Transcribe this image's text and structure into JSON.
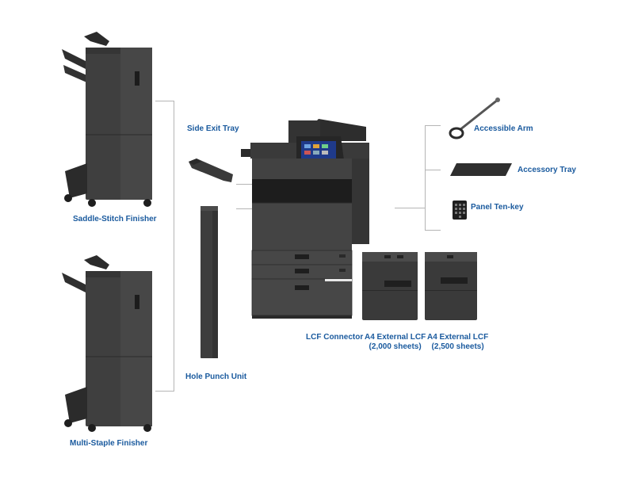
{
  "colors": {
    "label": "#1a5a9e",
    "body": "#3f3f3f",
    "body_dark": "#2b2b2b",
    "body_light": "#5a5a5a",
    "connector_line": "#b5b5b5",
    "screen": "#1f3a8a"
  },
  "labels": {
    "saddle_stitch_finisher": "Saddle-Stitch Finisher",
    "multi_staple_finisher": "Multi-Staple Finisher",
    "side_exit_tray": "Side Exit Tray",
    "hole_punch_unit": "Hole Punch Unit",
    "accessible_arm": "Accessible Arm",
    "accessory_tray": "Accessory Tray",
    "panel_ten_key": "Panel Ten-key",
    "lcf_connector": "LCF Connector",
    "a4_lcf_2000_line1": "A4 External LCF",
    "a4_lcf_2000_line2": "(2,000 sheets)",
    "a4_lcf_2500_line1": "A4 External LCF",
    "a4_lcf_2500_line2": "(2,500 sheets)"
  },
  "icons": {
    "saddle_stitch": "finisher-icon",
    "multi_staple": "finisher-icon",
    "side_exit": "tray-icon",
    "hole_punch": "punch-unit-icon",
    "mfp": "printer-icon",
    "arm": "arm-icon",
    "acc_tray": "tray-icon",
    "tenkey": "keypad-icon",
    "lcf": "paper-feeder-icon"
  }
}
